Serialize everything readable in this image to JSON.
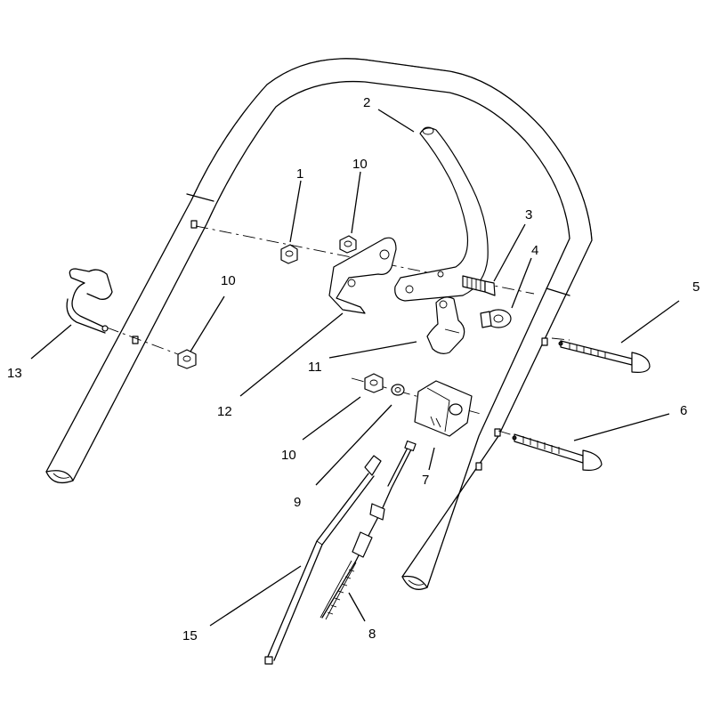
{
  "callouts": [
    {
      "id": "1",
      "label": "1"
    },
    {
      "id": "2",
      "label": "2"
    },
    {
      "id": "3",
      "label": "3"
    },
    {
      "id": "4",
      "label": "4"
    },
    {
      "id": "5",
      "label": "5"
    },
    {
      "id": "6",
      "label": "6"
    },
    {
      "id": "7",
      "label": "7"
    },
    {
      "id": "8",
      "label": "8"
    },
    {
      "id": "9",
      "label": "9"
    },
    {
      "id": "10a",
      "label": "10"
    },
    {
      "id": "10b",
      "label": "10"
    },
    {
      "id": "10c",
      "label": "10"
    },
    {
      "id": "11",
      "label": "11"
    },
    {
      "id": "12",
      "label": "12"
    },
    {
      "id": "13",
      "label": "13"
    },
    {
      "id": "15",
      "label": "15"
    }
  ]
}
